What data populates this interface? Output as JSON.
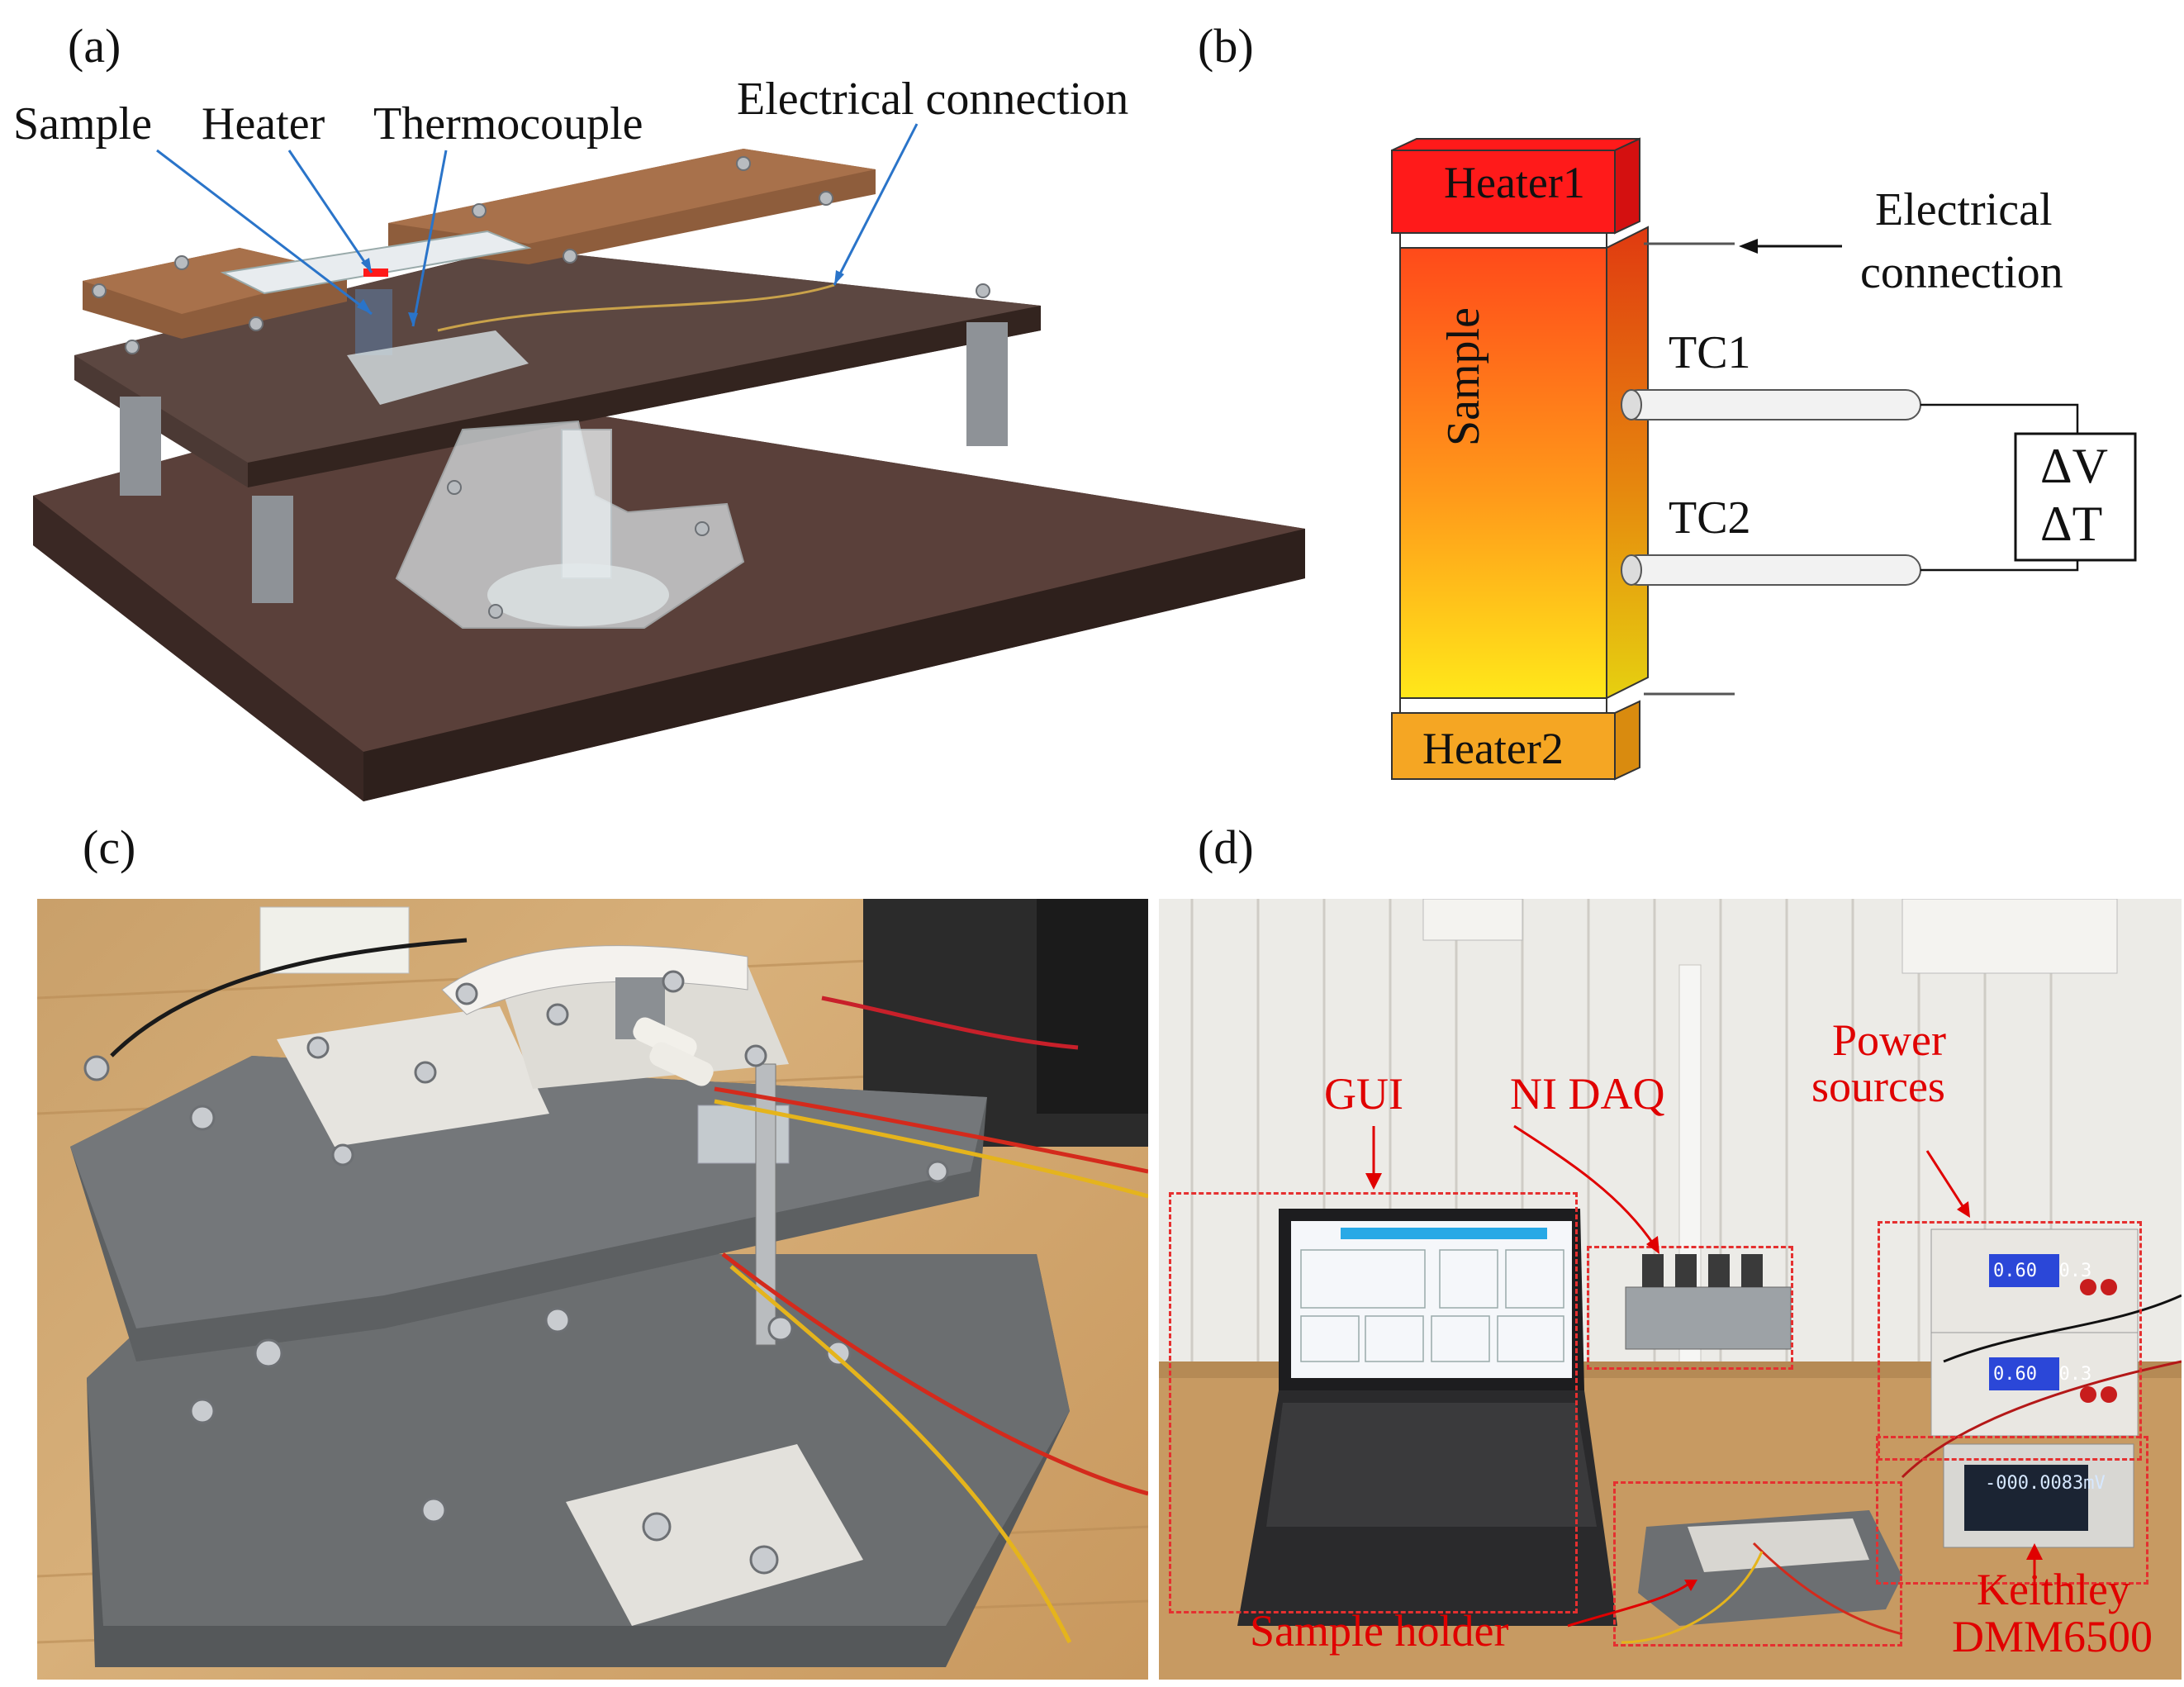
{
  "panels": {
    "a": {
      "letter": "(a)",
      "labels": {
        "sample": "Sample",
        "heater": "Heater",
        "thermocouple": "Thermocouple",
        "electrical_connection": "Electrical connection"
      }
    },
    "b": {
      "letter": "(b)",
      "labels": {
        "heater1": "Heater1",
        "heater2": "Heater2",
        "sample": "Sample",
        "tc1": "TC1",
        "tc2": "TC2",
        "electrical_connection_line1": "Electrical",
        "electrical_connection_line2": "connection",
        "delta_v": "ΔV",
        "delta_t": "ΔT"
      }
    },
    "c": {
      "letter": "(c)"
    },
    "d": {
      "letter": "(d)",
      "labels": {
        "gui": "GUI",
        "ni_daq": "NI DAQ",
        "power_sources_line1": "Power",
        "power_sources_line2": "sources",
        "sample_holder": "Sample holder",
        "keithley_line1": "Keithley",
        "keithley_line2": "DMM6500",
        "dmm_readout": "-000.0083mV",
        "psu_readout_top": "0.60  0.3",
        "psu_readout_bottom": "0.60  0.3"
      }
    }
  },
  "colors": {
    "annotation_red": "#e00000",
    "arrow_blue": "#2a74c9",
    "heater_red": "#ff1a1a",
    "heater_orange": "#f5a623"
  }
}
